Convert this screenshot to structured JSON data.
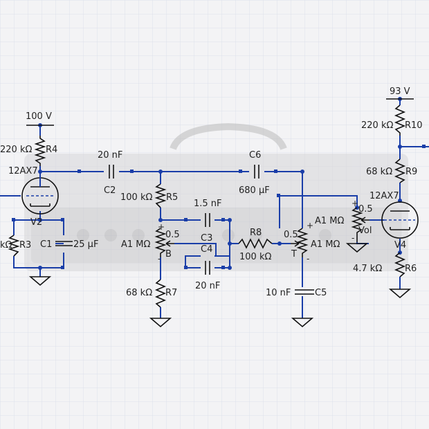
{
  "circuit": {
    "supplies": {
      "v100": "100 V",
      "v93": "93 V"
    },
    "tubes": {
      "v2_type": "12AX7",
      "v2_name": "V2",
      "v4_type": "12AX7",
      "v4_name": "V4"
    },
    "resistors": {
      "r4_val": "220 kΩ",
      "r4_name": "R4",
      "r3_val": "kΩ",
      "r3_name": "R3",
      "r5_val": "100 kΩ",
      "r5_name": "R5",
      "r7_val": "68 kΩ",
      "r7_name": "R7",
      "r8_name": "R8",
      "r8_val": "100 kΩ",
      "r10_val": "220 kΩ",
      "r10_name": "R10",
      "r9_val": "68 kΩ",
      "r9_name": "R9",
      "r6_val": "4.7 kΩ",
      "r6_name": "R6"
    },
    "capacitors": {
      "c1_name": "C1",
      "c1_val": "25 µF",
      "c2_val": "20 nF",
      "c2_name": "C2",
      "c6_name": "C6",
      "c6_val": "680 µF",
      "c3_val": "1.5 nF",
      "c3_name": "C3",
      "c4_name": "C4",
      "c4_val": "20 nF",
      "c5_val": "10 nF",
      "c5_name": "C5"
    },
    "pots": {
      "bass_val": "A1 MΩ",
      "bass_pos": "0.5",
      "bass_name": "B",
      "treble_pos": "0.5",
      "treble_val": "A1 MΩ",
      "treble_name": "T",
      "vol_pos": "0.5",
      "vol_val": "A1 MΩ",
      "vol_name": "Vol"
    }
  }
}
